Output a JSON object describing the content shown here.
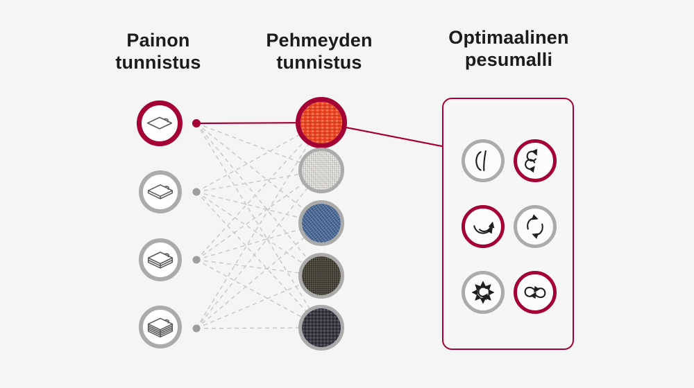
{
  "page": {
    "background_color": "#F5F5F5",
    "accent_color": "#A50034",
    "inactive_ring_color": "#ABABAB"
  },
  "headers": {
    "col1": "Painon\ntunnistus",
    "col2": "Pehmeyden\ntunnistus",
    "col3": "Optimaalinen\npesumalli"
  },
  "weight_column": {
    "items": [
      {
        "icon": "laundry-stack-1-icon",
        "level": "very light load",
        "highlighted": true
      },
      {
        "icon": "laundry-stack-2-icon",
        "level": "light load",
        "highlighted": false
      },
      {
        "icon": "laundry-stack-3-icon",
        "level": "medium load",
        "highlighted": false
      },
      {
        "icon": "laundry-stack-4-icon",
        "level": "heavy load",
        "highlighted": false
      }
    ]
  },
  "softness_column": {
    "items": [
      {
        "name": "orange-knit-fabric",
        "color": "#EF4A28",
        "highlighted": true
      },
      {
        "name": "light-linen-fabric",
        "color": "#D7D6D2",
        "highlighted": false
      },
      {
        "name": "denim-fabric",
        "color": "#4C6B97",
        "highlighted": false
      },
      {
        "name": "dark-olive-fabric",
        "color": "#474338",
        "highlighted": false
      },
      {
        "name": "navy-knit-fabric",
        "color": "#3A3A46",
        "highlighted": false
      }
    ]
  },
  "wash_box": {
    "motions": [
      {
        "icon": "stepping-motion-icon",
        "highlighted": false
      },
      {
        "icon": "rolling-motion-icon",
        "highlighted": true
      },
      {
        "icon": "swing-motion-icon",
        "highlighted": true
      },
      {
        "icon": "tumbling-motion-icon",
        "highlighted": false
      },
      {
        "icon": "scrubbing-motion-icon",
        "highlighted": false
      },
      {
        "icon": "filtration-motion-icon",
        "highlighted": true
      }
    ]
  },
  "connections": {
    "highlighted_path": "weight level 1 -> orange knit fabric -> optimal wash pattern panel",
    "dashed_links": "every weight-level dot links to every softness fabric swatch"
  }
}
